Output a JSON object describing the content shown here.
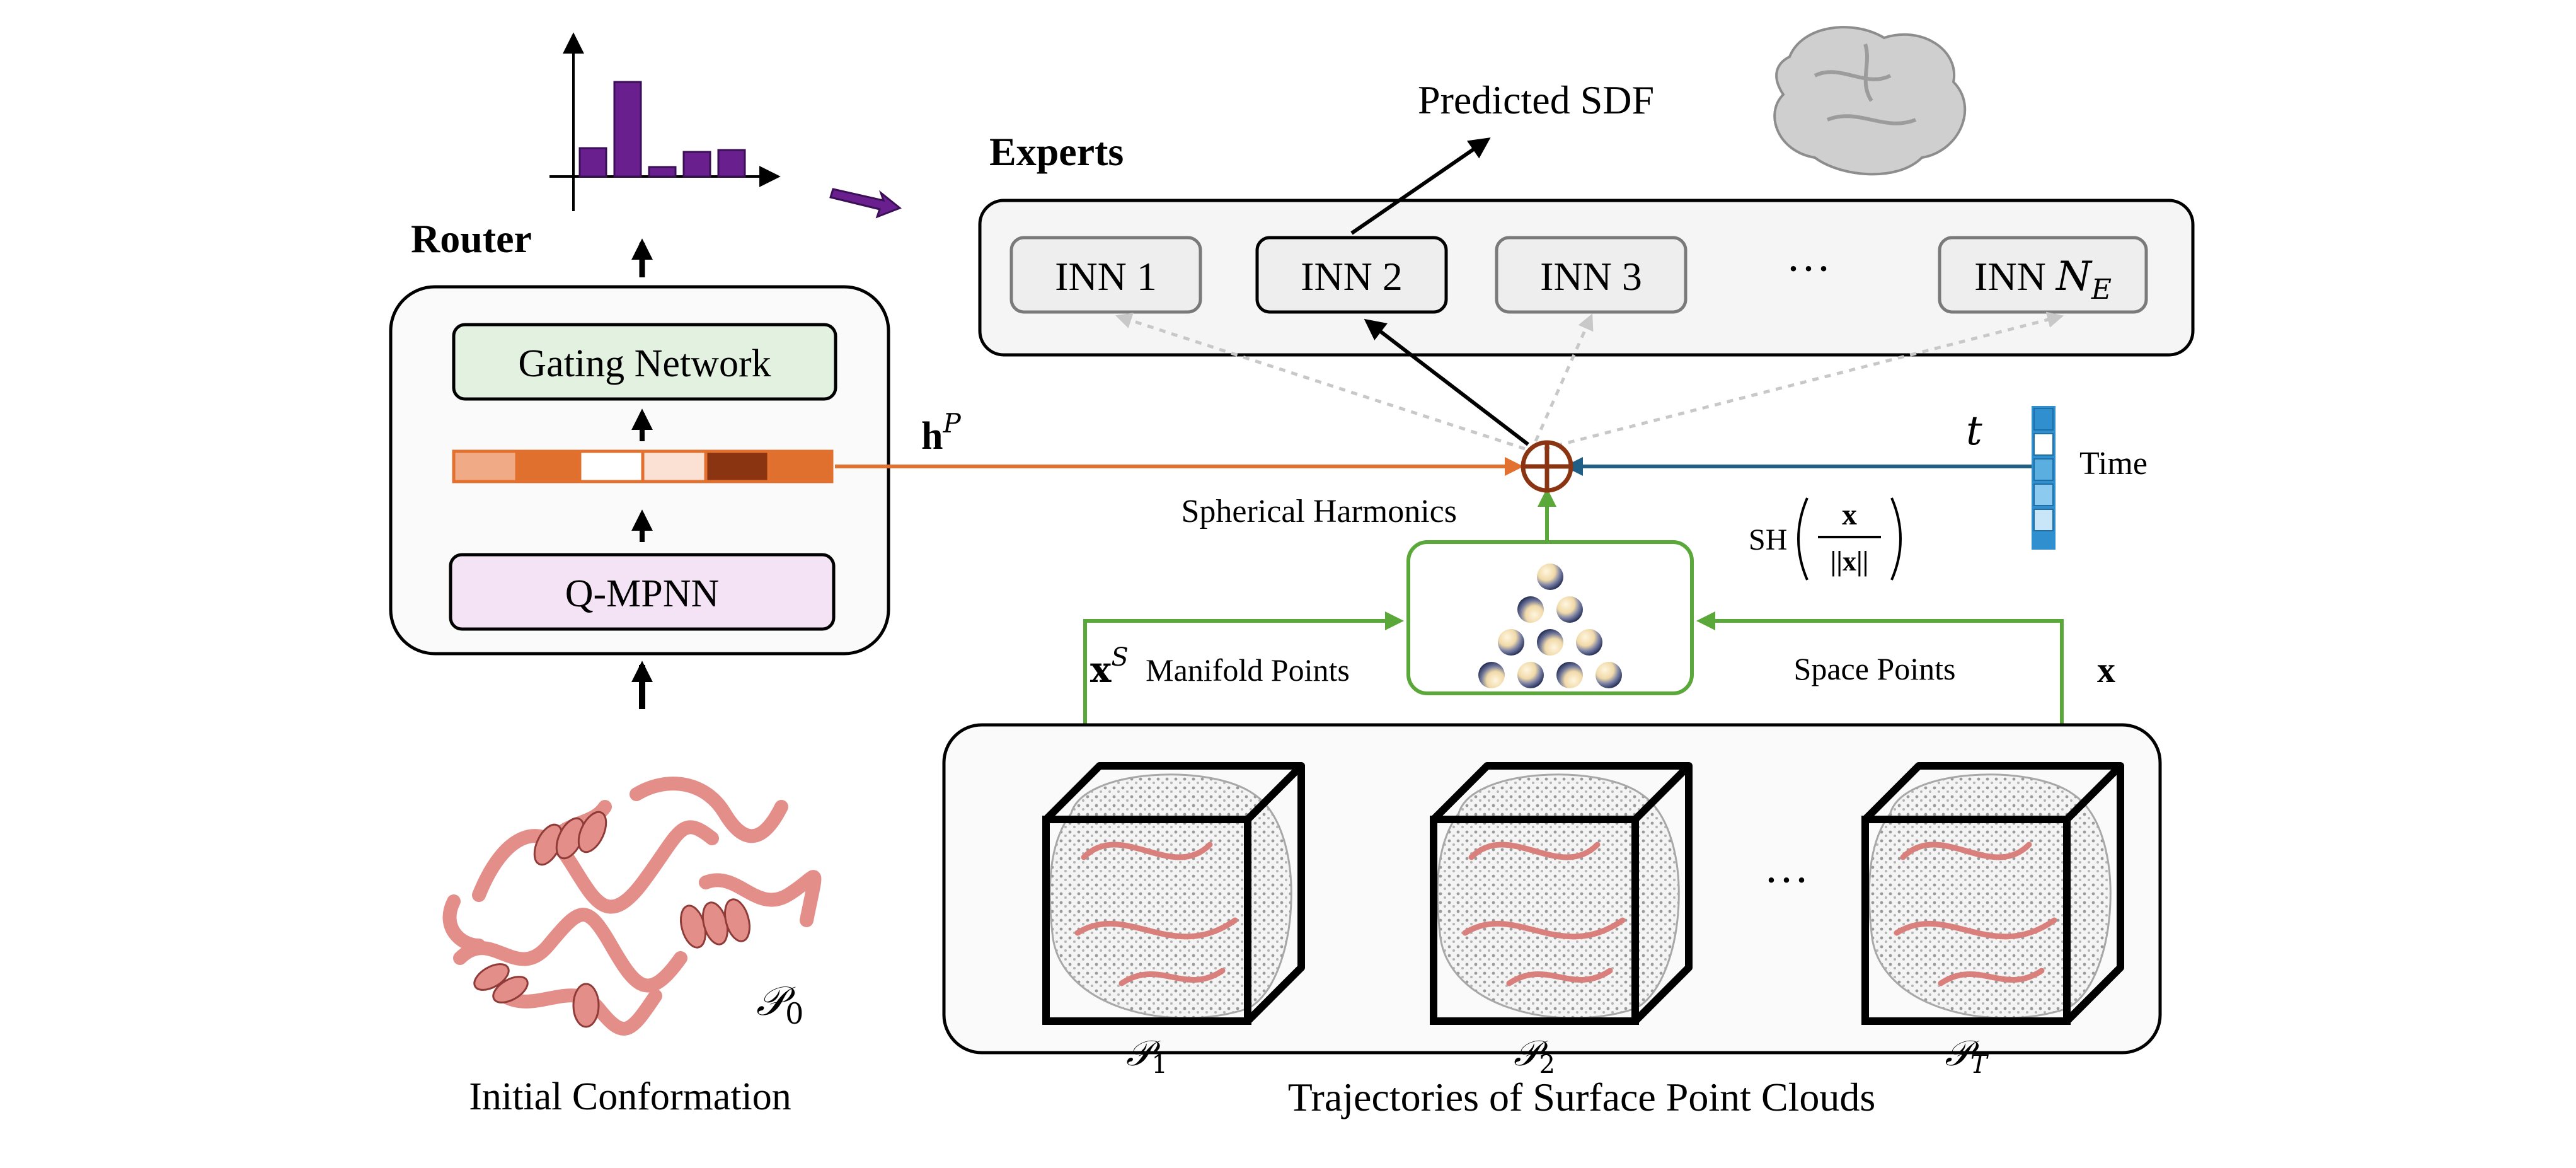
{
  "router": {
    "title": "Router",
    "gating_label": "Gating Network",
    "mpnn_label": "Q-MPNN",
    "embedding_cells": [
      "#f0aa86",
      "#e0702e",
      "#ffffff",
      "#fbe0d4",
      "#8a3412",
      "#e0702e"
    ],
    "bar_values": [
      0.3,
      1.0,
      0.1,
      0.26,
      0.28
    ]
  },
  "experts": {
    "title": "Experts",
    "items": [
      {
        "label": "INN 1",
        "active": false
      },
      {
        "label": "INN 2",
        "active": true
      },
      {
        "label": "INN 3",
        "active": false
      },
      {
        "label": "INN ",
        "active": false
      }
    ],
    "ellipsis": "···",
    "last_sub": "E",
    "last_var": "N"
  },
  "output": {
    "label": "Predicted SDF"
  },
  "inputs": {
    "hp_bold": "h",
    "hp_sup": "P",
    "t_label": "t",
    "time_label": "Time",
    "time_cells": [
      "#2f8fcf",
      "#ffffff",
      "#5aaee0",
      "#8ccaf0",
      "#c9e6f8"
    ],
    "sh_title": "Spherical Harmonics",
    "sh_prefix": "SH",
    "sh_num": "x",
    "sh_den": "||x||",
    "xs_bold": "x",
    "xs_sup": "S",
    "x_bold": "x",
    "manifold_label": "Manifold Points",
    "space_label": "Space Points"
  },
  "initial": {
    "label": "Initial Conformation",
    "p_symbol": "𝒫",
    "p_sub": "0"
  },
  "trajectories": {
    "label": "Trajectories of Surface Point Clouds",
    "ellipsis": "···",
    "frames": [
      {
        "symbol": "𝒫",
        "sub": "1"
      },
      {
        "symbol": "𝒫",
        "sub": "2"
      },
      {
        "symbol": "𝒫",
        "sub": "T"
      }
    ]
  },
  "colors": {
    "orange": "#e2702f",
    "blue": "#1f5f86",
    "green": "#5aa83a",
    "purple": "#6a1f8e",
    "gating_fill": "#e3f2e0",
    "mpnn_fill": "#f3e3f4",
    "protein": "#e48e8a"
  }
}
